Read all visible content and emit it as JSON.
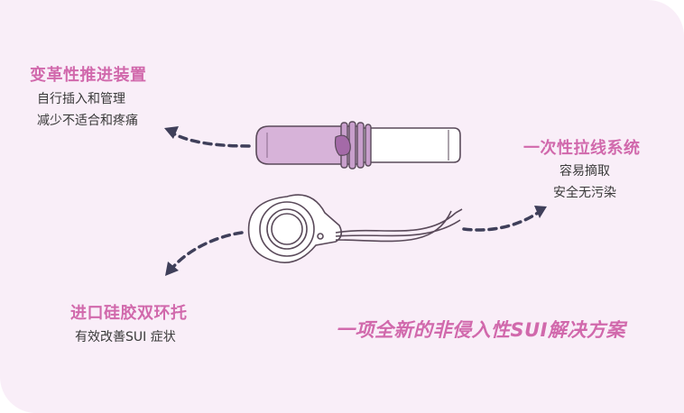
{
  "feature_push": {
    "title": "变革性推进装置",
    "lines": [
      "自行插入和管理",
      "减少不适合和疼痛"
    ]
  },
  "feature_string": {
    "title": "一次性拉线系统",
    "lines": [
      "容易摘取",
      "安全无污染"
    ]
  },
  "feature_ring": {
    "title": "进口硅胶双环托",
    "lines": [
      "有效改善SUI 症状"
    ]
  },
  "tagline": "一项全新的非侵入性SUI解决方案",
  "colors": {
    "accent": "#d169ac",
    "background": "#f9eef8",
    "arrow": "#3f3f5a",
    "device_fill": "#d7b3d9",
    "outline": "#5a4a5a"
  }
}
